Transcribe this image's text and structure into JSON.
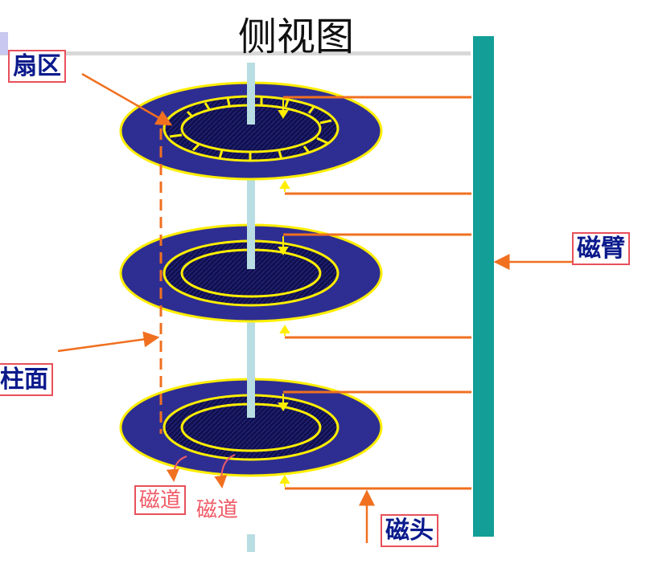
{
  "title": "侧视图",
  "labels": {
    "sector": "扇区",
    "arm": "磁臂",
    "cylinder": "柱面",
    "head": "磁头",
    "track_1": "磁道",
    "track_2": "磁道"
  },
  "colors": {
    "platter": "#2e2e92",
    "platter_inner": "#101050",
    "ring": "#ffee00",
    "spindle": "#b8dde2",
    "arm": "#139e98",
    "arrow": "#f07020",
    "label_text": "#0a1a8c",
    "label_border": "#e8505b",
    "track_text": "#f05a66"
  }
}
